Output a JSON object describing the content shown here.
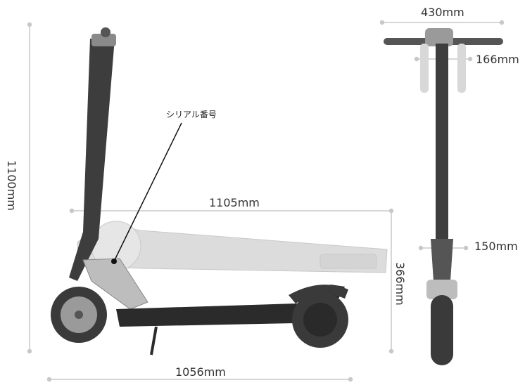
{
  "dimensions": {
    "total_height": "1100mm",
    "wheelbase_length": "1056mm",
    "folded_length": "1105mm",
    "folded_height": "366mm",
    "handlebar_width": "430mm",
    "grip_width": "166mm",
    "deck_width": "150mm"
  },
  "callout": {
    "serial_number": "シリアル番号"
  },
  "colors": {
    "frame": "#3d3d3d",
    "deck": "#2b2b2b",
    "folded_ghost": "#cfcfcf",
    "dimension_line": "#c8c8c8",
    "wheel": "#3a3a3a"
  }
}
